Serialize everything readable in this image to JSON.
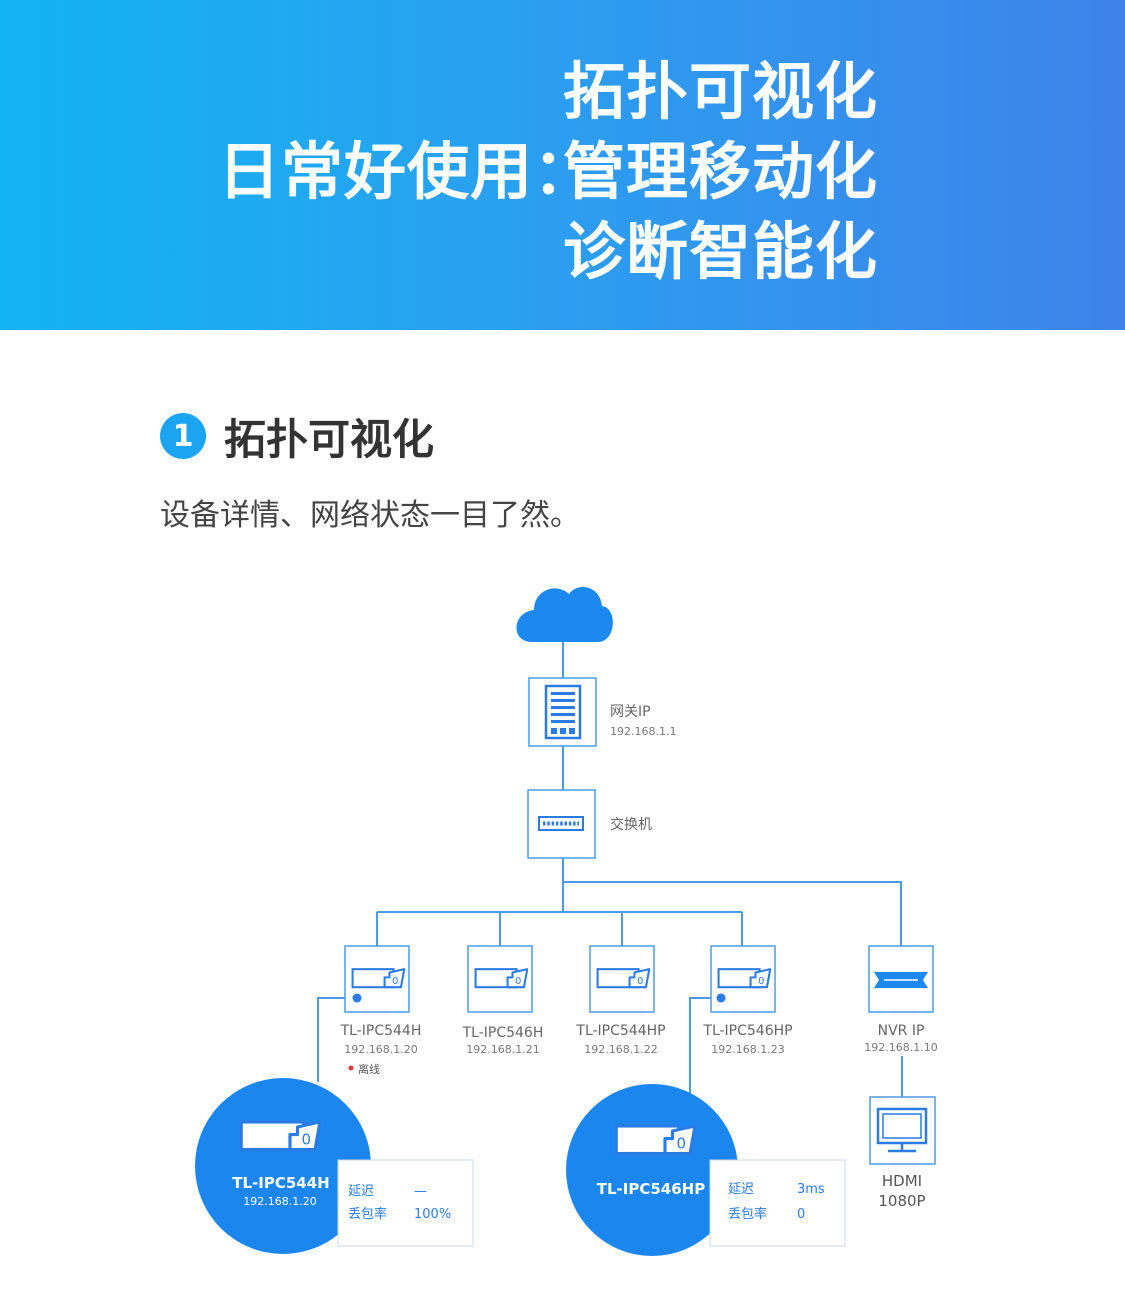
{
  "banner": {
    "prefix": "日常好使用：",
    "items": [
      "拓扑可视化",
      "管理移动化",
      "诊断智能化"
    ]
  },
  "section": {
    "number": "1",
    "title": "拓扑可视化",
    "desc": "设备详情、网络状态一目了然。"
  },
  "diagram": {
    "gateway": {
      "name": "网关IP",
      "ip": "192.168.1.1"
    },
    "switch": {
      "name": "交换机"
    },
    "cameras": [
      {
        "model": "TL-IPC544H",
        "ip": "192.168.1.20",
        "status": "离线"
      },
      {
        "model": "TL-IPC546H",
        "ip": "192.168.1.21"
      },
      {
        "model": "TL-IPC544HP",
        "ip": "192.168.1.22"
      },
      {
        "model": "TL-IPC546HP",
        "ip": "192.168.1.23"
      }
    ],
    "nvr": {
      "name": "NVR IP",
      "ip": "192.168.1.10"
    },
    "monitor": {
      "line1": "HDMI",
      "line2": "1080P"
    },
    "popups": [
      {
        "model": "TL-IPC544H",
        "ip": "192.168.1.20",
        "delay_label": "延迟",
        "delay_value": "—",
        "loss_label": "丢包率",
        "loss_value": "100%"
      },
      {
        "model": "TL-IPC546HP",
        "delay_label": "延迟",
        "delay_value": "3ms",
        "loss_label": "丢包率",
        "loss_value": "0"
      }
    ]
  },
  "colors": {
    "accent": "#1f86ee",
    "line": "#4d9be8",
    "banner_start": "#12b3f2",
    "banner_end": "#3e83ea"
  }
}
